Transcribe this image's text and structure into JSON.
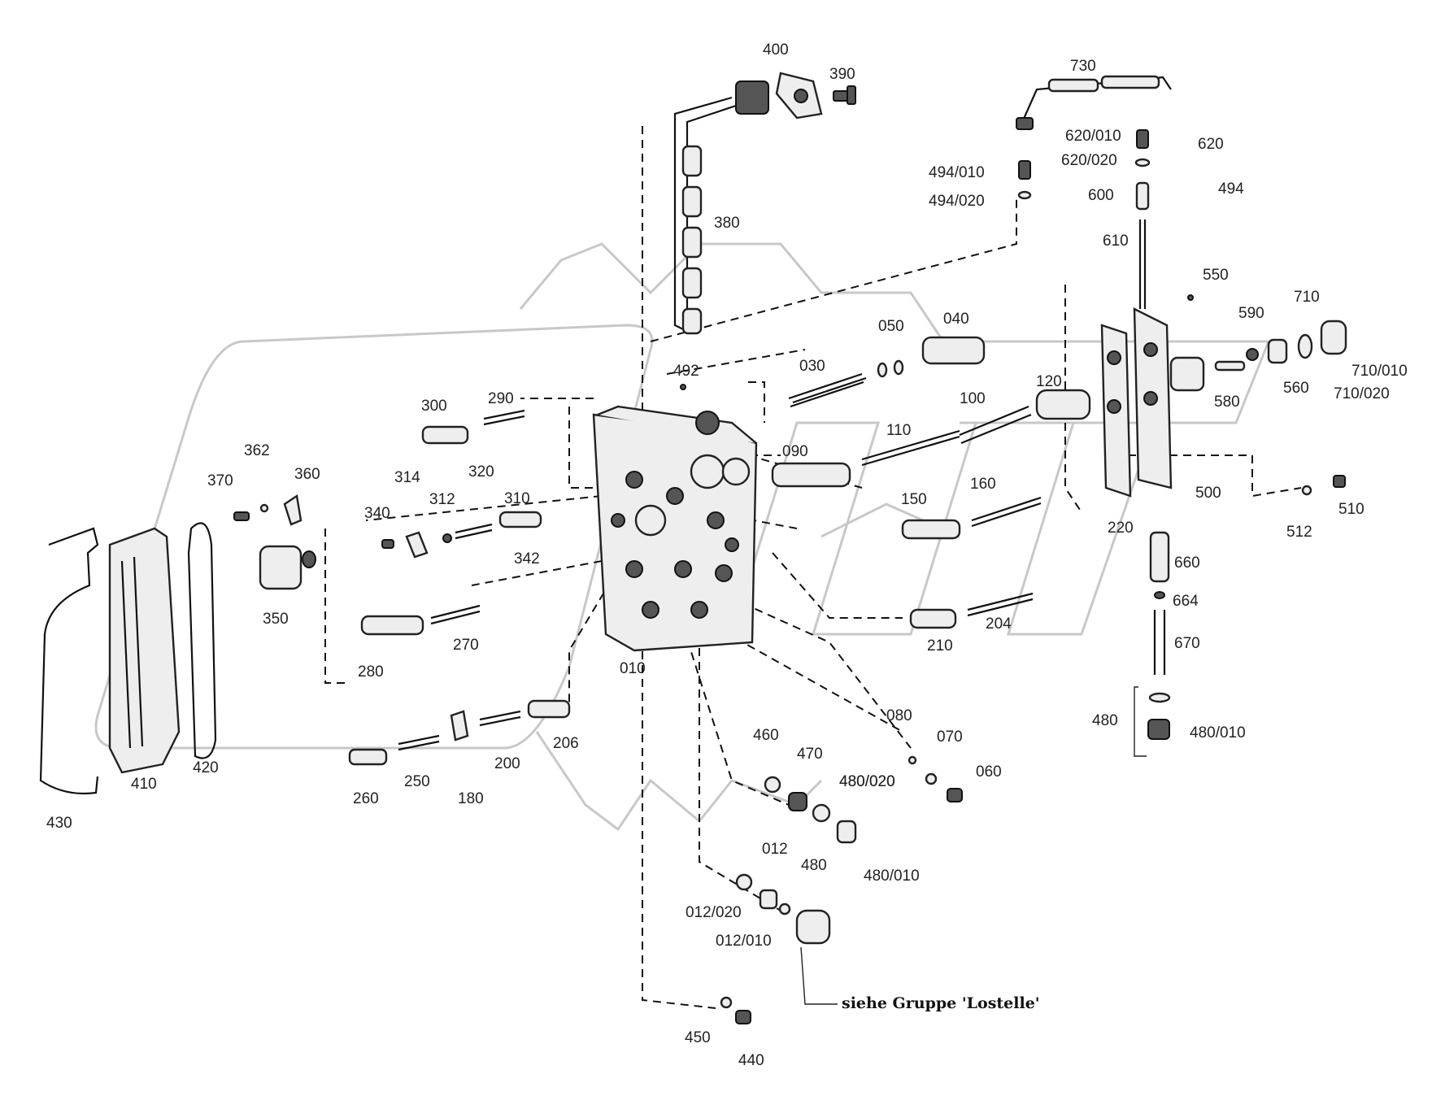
{
  "labels": [
    "400",
    "390",
    "730",
    "620/010",
    "620",
    "620/020",
    "494/010",
    "494",
    "494/020",
    "600",
    "380",
    "610",
    "550",
    "050",
    "040",
    "590",
    "710",
    "492",
    "030",
    "120",
    "710/010",
    "710/020",
    "580",
    "560",
    "300",
    "290",
    "100",
    "110",
    "362",
    "360",
    "370",
    "314",
    "320",
    "312",
    "310",
    "090",
    "500",
    "510",
    "512",
    "220",
    "150",
    "160",
    "340",
    "342",
    "660",
    "664",
    "350",
    "270",
    "280",
    "210",
    "204",
    "670",
    "010",
    "480/020",
    "480",
    "480/010",
    "080",
    "070",
    "060",
    "460",
    "470",
    "480/020",
    "206",
    "200",
    "180",
    "250",
    "260",
    "410",
    "420",
    "430",
    "480",
    "480/010",
    "012",
    "012/020",
    "012/010",
    "450",
    "440"
  ],
  "note": "siehe Gruppe 'Lostelle'"
}
